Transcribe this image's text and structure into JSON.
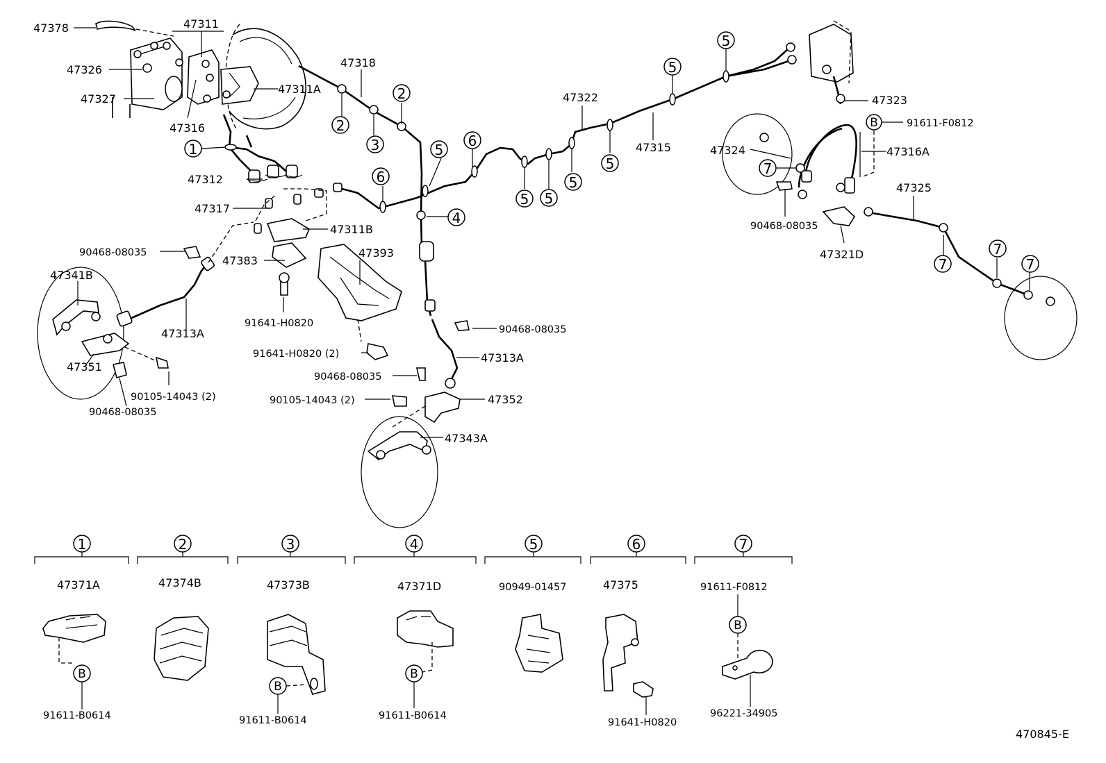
{
  "drawing_code": "470845-E",
  "callouts": {
    "p47378": "47378",
    "p47311": "47311",
    "p47326": "47326",
    "p47327": "47327",
    "p47316": "47316",
    "p47311A": "47311A",
    "p47318": "47318",
    "p47312": "47312",
    "p47317": "47317",
    "p47311B": "47311B",
    "p47383": "47383",
    "p47393": "47393",
    "p47341B": "47341B",
    "p47313A_left": "47313A",
    "p47351": "47351",
    "p90468_left_top": "90468-08035",
    "p90105_left": "90105-14043 (2)",
    "p90468_left_bottom": "90468-08035",
    "p91641_mid": "91641-H0820",
    "p91641_mid2": "91641-H0820 (2)",
    "p90468_mid": "90468-08035",
    "p90468_center": "90468-08035",
    "p90105_center": "90105-14043 (2)",
    "p47313A_center": "47313A",
    "p47352": "47352",
    "p47343A": "47343A",
    "p47322": "47322",
    "p47315": "47315",
    "p47323": "47323",
    "p91611_F0812_top": "91611-F0812",
    "p47324": "47324",
    "p47316A": "47316A",
    "p47325": "47325",
    "p90468_right": "90468-08035",
    "p47321D": "47321D"
  },
  "circle_markers": {
    "one": "1",
    "two": "2",
    "three": "3",
    "four": "4",
    "five": "5",
    "six": "6",
    "seven": "7",
    "b": "B"
  },
  "legend": [
    {
      "number": "1",
      "part": "47371A",
      "bolt": "91611-B0614",
      "ref": "B"
    },
    {
      "number": "2",
      "part": "47374B"
    },
    {
      "number": "3",
      "part": "47373B",
      "bolt": "91611-B0614",
      "ref": "B"
    },
    {
      "number": "4",
      "part": "47371D",
      "bolt": "91611-B0614",
      "ref": "B"
    },
    {
      "number": "5",
      "part": "90949-01457"
    },
    {
      "number": "6",
      "part": "47375",
      "bolt": "91641-H0820"
    },
    {
      "number": "7",
      "part": "91611-F0812",
      "bolt": "96221-34905",
      "ref": "B"
    }
  ]
}
